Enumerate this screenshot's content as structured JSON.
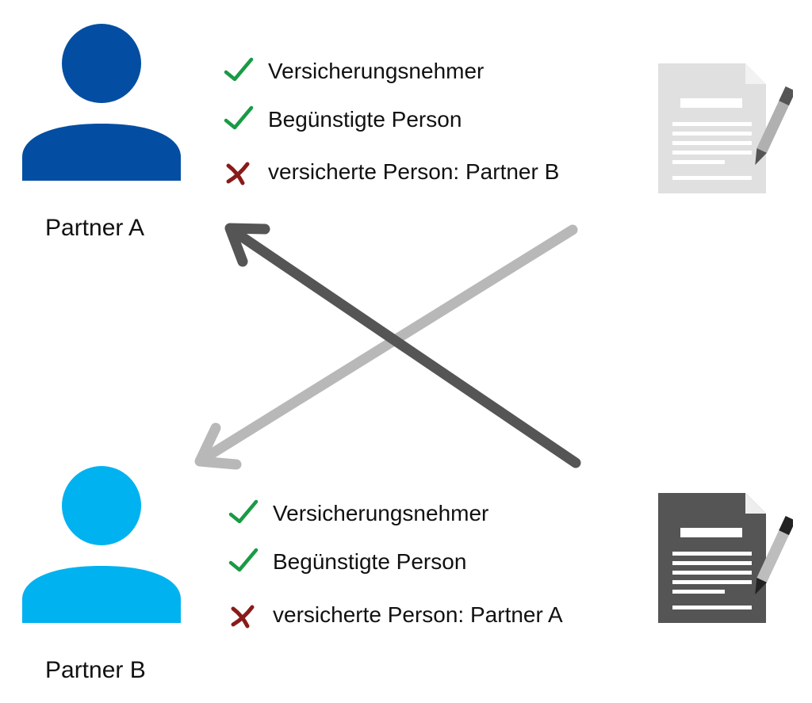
{
  "colors": {
    "partner_a": "#034ea2",
    "partner_b": "#00b2ef",
    "check": "#1a9a45",
    "cross": "#8a1a1a",
    "arrow_dark": "#555555",
    "arrow_light": "#b8b8b8",
    "doc_light": "#e0e0e0",
    "doc_dark": "#555555"
  },
  "partner_a": {
    "label": "Partner A",
    "items": [
      {
        "icon": "check-icon",
        "text": "Versicherungsnehmer"
      },
      {
        "icon": "check-icon",
        "text": "Begünstigte Person"
      },
      {
        "icon": "cross-icon",
        "text": "versicherte Person: Partner B"
      }
    ]
  },
  "partner_b": {
    "label": "Partner B",
    "items": [
      {
        "icon": "check-icon",
        "text": "Versicherungsnehmer"
      },
      {
        "icon": "check-icon",
        "text": "Begünstigte Person"
      },
      {
        "icon": "cross-icon",
        "text": "versicherte Person: Partner A"
      }
    ]
  },
  "icons": {
    "person": "person-icon",
    "document": "document-pen-icon"
  }
}
